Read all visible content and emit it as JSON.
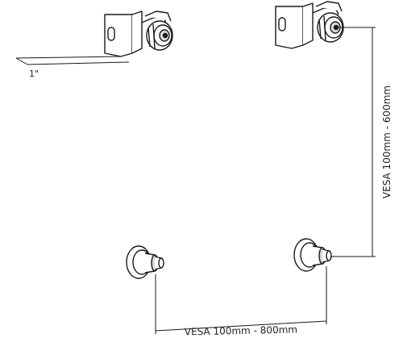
{
  "labels": {
    "depth": "1\"",
    "vesa_width": "VESA 100mm - 800mm",
    "vesa_height": "VESA 100mm - 600mm"
  },
  "colors": {
    "line": "#1a1a1a",
    "fill": "#ffffff",
    "shade": "#d9d9d9"
  }
}
